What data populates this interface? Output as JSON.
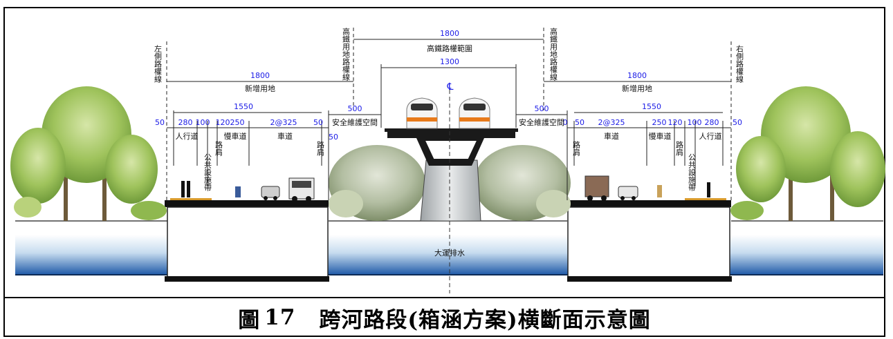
{
  "caption": {
    "figure": "圖",
    "number": "17",
    "title": "跨河路段(箱涵方案)横斷面示意圖"
  },
  "colors": {
    "dimension_blue": "#1a1ae6",
    "water_top": "#ffffff",
    "water_bottom": "#1f5aa8",
    "deck": "#111111",
    "tree_green": "#8fb84f"
  },
  "diagram": {
    "labels": {
      "left_row_line": "左側路權線",
      "right_row_line": "右側路權線",
      "hsr_row_line": "高鐵用地路權線",
      "hsr_range": "高鐵路權範圍",
      "new_land": "新增用地",
      "safety_space": "安全維護空間",
      "centerline": "℄",
      "channel": "大運排水",
      "sidewalk": "人行道",
      "public_facility": "公共設施帶",
      "shoulder": "路肩",
      "slow_lane": "慢車道",
      "lane": "車道"
    },
    "dimensions": {
      "hsr_row_width": "1800",
      "viaduct_width": "1300",
      "new_land_width": "1800",
      "road_width": "1550",
      "safety_width": "500",
      "edge_offset": "50",
      "sidewalk_width": "280",
      "facility_width": "100",
      "shoulder_width": "120",
      "slow_lane_width": "250",
      "lanes": "2@325",
      "edge_50": "50",
      "right_edge_50_cut": "0"
    }
  }
}
